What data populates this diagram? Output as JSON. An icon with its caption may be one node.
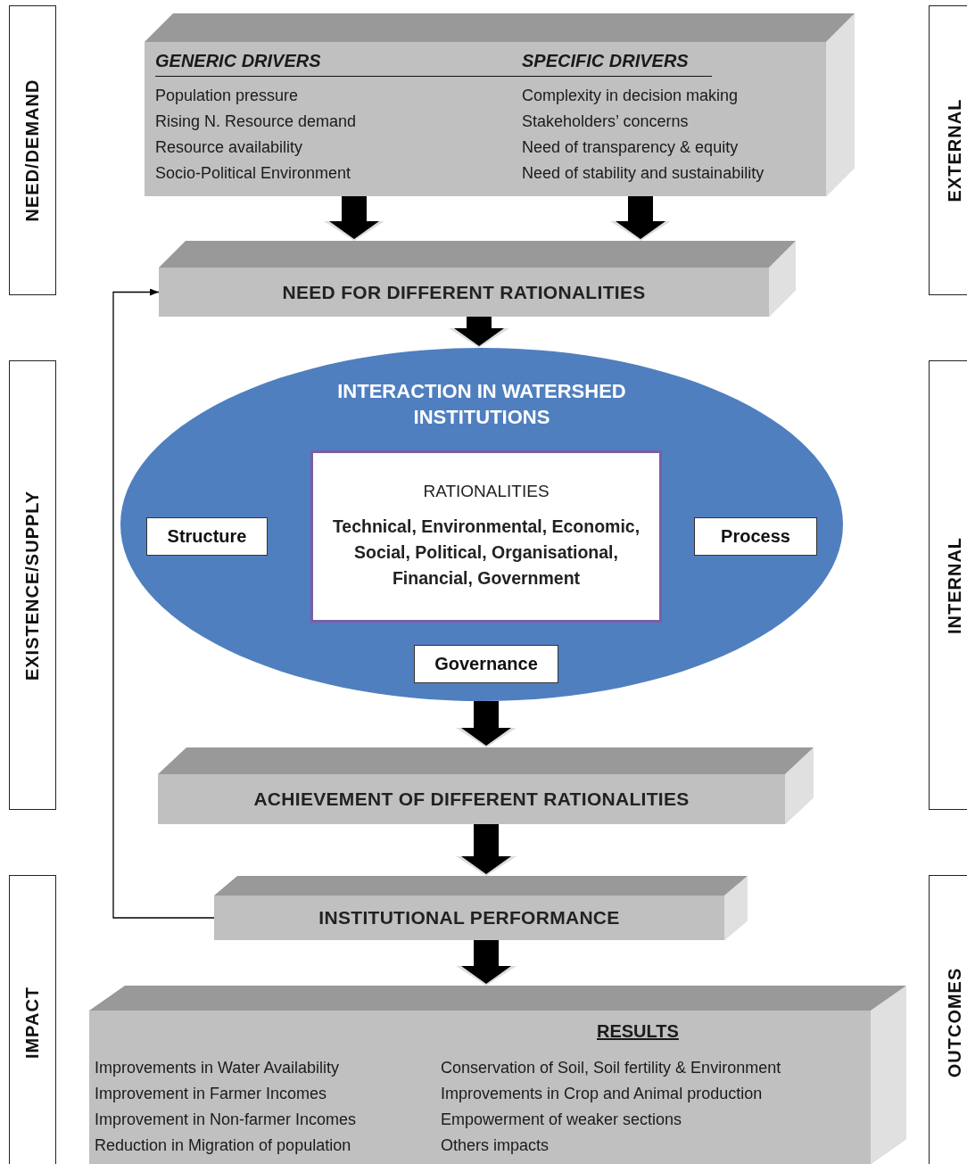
{
  "diagram": {
    "nodes": [
      {
        "text": [
          "GENERIC DRIVERS",
          "Population pressure",
          "Rising N. Resource demand",
          "Resource availability",
          "Socio-Political Environment",
          "SPECIFIC DRIVERS",
          "Complexity in decision making",
          "Stakeholders’ concerns",
          "Need of transparency & equity",
          "Need of stability and sustainability"
        ]
      },
      {
        "text": [
          "NEED FOR DIFFERENT RATIONALITIES"
        ]
      },
      {
        "text": [
          "INTERACTION IN WATERSHED INSTITUTIONS"
        ]
      },
      {
        "text": [
          "RATIONALITIES",
          "Technical, Environmental, Economic, Social, Political, Organisational, Financial, Government"
        ],
        "in": 2
      },
      {
        "text": [
          "Structure"
        ],
        "in": 2
      },
      {
        "text": [
          "Process"
        ],
        "in": 2
      },
      {
        "text": [
          "Governance"
        ],
        "in": 2
      },
      {
        "text": [
          "ACHIEVEMENT OF DIFFERENT RATIONALITIES"
        ]
      },
      {
        "text": [
          "INSTITUTIONAL PERFORMANCE"
        ]
      },
      {
        "text": [
          "RESULTS",
          "Improvements in Water Availability",
          "Improvement in Farmer Incomes",
          "Improvement in Non-farmer Incomes",
          "Reduction in Migration of population",
          "Conservation of Soil, Soil fertility & Environment",
          "Improvements in Crop and Animal production",
          "Empowerment of weaker sections",
          "Others impacts"
        ]
      },
      {
        "text": [
          "NEED/DEMAND"
        ]
      },
      {
        "text": [
          "EXISTENCE/SUPPLY"
        ]
      },
      {
        "text": [
          "IMPACT"
        ]
      },
      {
        "text": [
          "EXTERNAL"
        ]
      },
      {
        "text": [
          "INTERNAL"
        ]
      },
      {
        "text": [
          "OUTCOMES"
        ]
      }
    ],
    "edges": [
      {
        "from": 0,
        "to": 1,
        "arrow": "to"
      },
      {
        "from": 0,
        "to": 1,
        "arrow": "to"
      },
      {
        "from": 1,
        "to": 2,
        "arrow": "to"
      },
      {
        "from": 2,
        "to": 7,
        "arrow": "to"
      },
      {
        "from": 7,
        "to": 8,
        "arrow": "to"
      },
      {
        "from": 8,
        "to": 9,
        "arrow": "to"
      },
      {
        "from": 8,
        "to": 1,
        "arrow": "to"
      }
    ]
  }
}
